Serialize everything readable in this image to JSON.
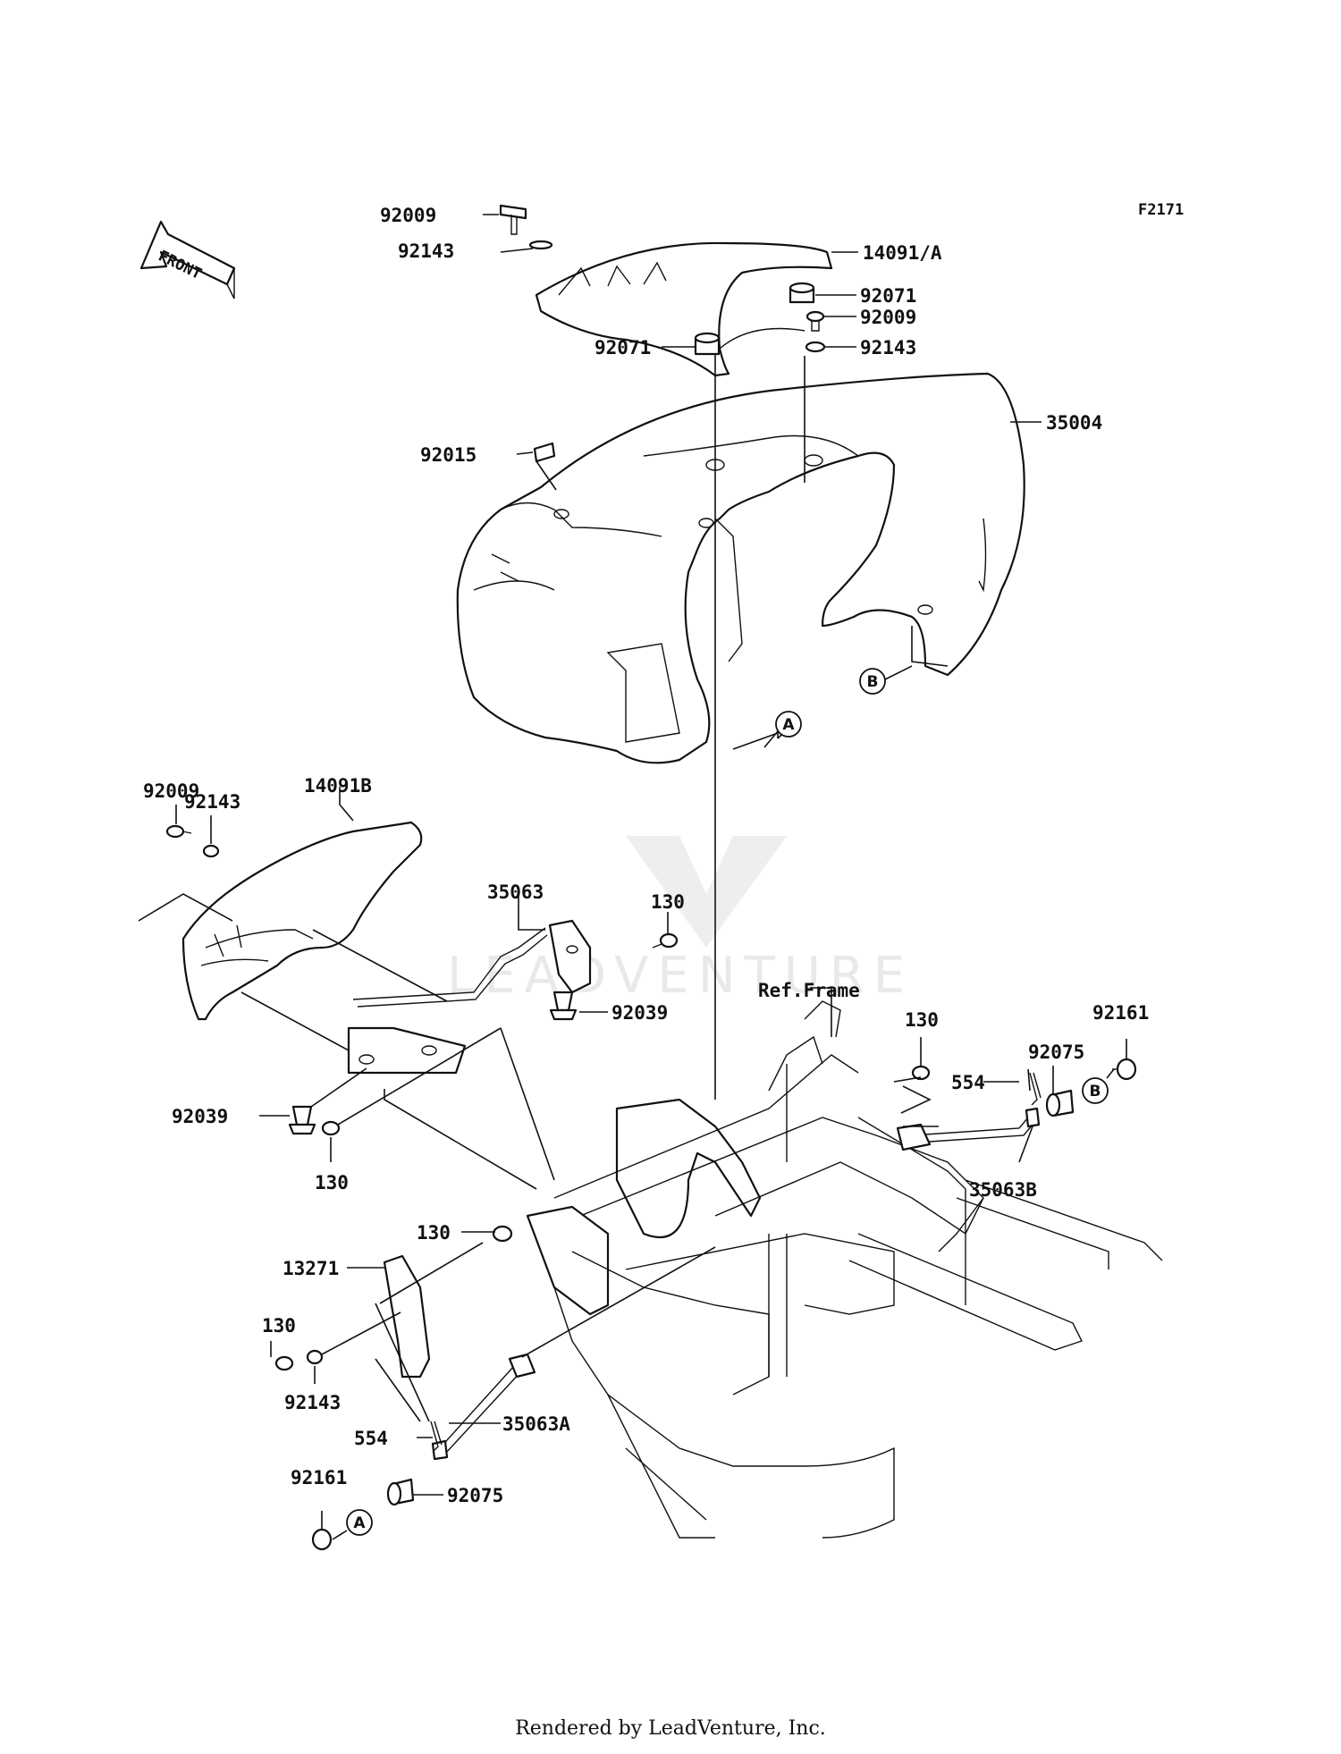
{
  "diagram_code": "F2171",
  "front_arrow_label": "FRONT",
  "ref_frame_label": "Ref.Frame",
  "footer": "Rendered by LeadVenture, Inc.",
  "watermark": "LEADVENTURE",
  "callout_letters": {
    "a": "A",
    "b": "B"
  },
  "part_labels": {
    "p92009_top": "92009",
    "p92143_top": "92143",
    "p14091A": "14091/A",
    "p92071_right": "92071",
    "p92009_right": "92009",
    "p92143_right": "92143",
    "p92071_left": "92071",
    "p35004": "35004",
    "p92015": "92015",
    "p92009_left": "92009",
    "p92143_left": "92143",
    "p14091B": "14091B",
    "p35063": "35063",
    "p130_a": "130",
    "p92039_a": "92039",
    "p92039_b": "92039",
    "p130_b": "130",
    "p130_c": "130",
    "p130_d": "130",
    "p92161_right": "92161",
    "p92075_right": "92075",
    "p554_right": "554",
    "p35063B": "35063B",
    "p13271": "13271",
    "p130_e": "130",
    "p92143_bottom": "92143",
    "p554_bottom": "554",
    "p35063A": "35063A",
    "p92161_bottom": "92161",
    "p92075_bottom": "92075"
  }
}
